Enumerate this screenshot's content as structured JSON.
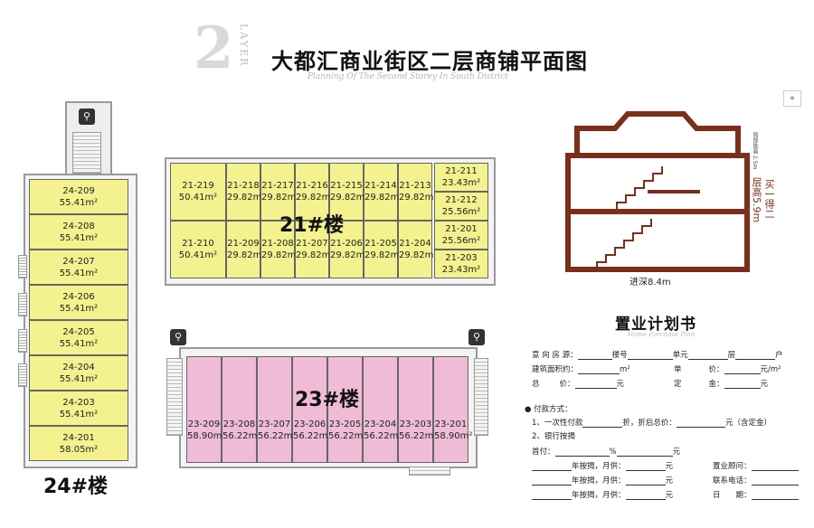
{
  "header": {
    "big_number": "2",
    "layer_word": "LAYER",
    "title": "大都汇商业街区二层商铺平面图",
    "subtitle": "Planning Of The Second Storey In South District"
  },
  "colors": {
    "yellow_unit": "#f3f28f",
    "pink_unit": "#efbbd6",
    "section_wall": "#7a2f1a"
  },
  "building21": {
    "label": "21#楼",
    "top_row": [
      {
        "id": "21-219",
        "area": "50.41m²"
      },
      {
        "id": "21-218",
        "area": "29.82m²"
      },
      {
        "id": "21-217",
        "area": "29.82m²"
      },
      {
        "id": "21-216",
        "area": "29.82m²"
      },
      {
        "id": "21-215",
        "area": "29.82m²"
      },
      {
        "id": "21-214",
        "area": "29.82m²"
      },
      {
        "id": "21-213",
        "area": "29.82m²"
      }
    ],
    "bottom_row": [
      {
        "id": "21-210",
        "area": "50.41m²"
      },
      {
        "id": "21-209",
        "area": "29.82m²"
      },
      {
        "id": "21-208",
        "area": "29.82m²"
      },
      {
        "id": "21-207",
        "area": "29.82m²"
      },
      {
        "id": "21-206",
        "area": "29.82m²"
      },
      {
        "id": "21-205",
        "area": "29.82m²"
      },
      {
        "id": "21-204",
        "area": "29.82m²"
      }
    ],
    "right_col": [
      {
        "id": "21-211",
        "area": "23.43m²"
      },
      {
        "id": "21-212",
        "area": "25.56m²"
      },
      {
        "id": "21-201",
        "area": "25.56m²"
      },
      {
        "id": "21-203",
        "area": "23.43m²"
      }
    ]
  },
  "building23": {
    "label": "23#楼",
    "units": [
      {
        "id": "23-209",
        "area": "58.90m²"
      },
      {
        "id": "23-208",
        "area": "56.22m²"
      },
      {
        "id": "23-207",
        "area": "56.22m²"
      },
      {
        "id": "23-206",
        "area": "56.22m²"
      },
      {
        "id": "23-205",
        "area": "56.22m²"
      },
      {
        "id": "23-204",
        "area": "56.22m²"
      },
      {
        "id": "23-203",
        "area": "56.22m²"
      },
      {
        "id": "23-201",
        "area": "58.90m²"
      }
    ]
  },
  "building24": {
    "label": "24#楼",
    "units": [
      {
        "id": "24-209",
        "area": "55.41m²"
      },
      {
        "id": "24-208",
        "area": "55.41m²"
      },
      {
        "id": "24-207",
        "area": "55.41m²"
      },
      {
        "id": "24-206",
        "area": "55.41m²"
      },
      {
        "id": "24-205",
        "area": "55.41m²"
      },
      {
        "id": "24-204",
        "area": "55.41m²"
      },
      {
        "id": "24-203",
        "area": "55.41m²"
      },
      {
        "id": "24-201",
        "area": "58.05m²"
      }
    ]
  },
  "section": {
    "depth": "进深8.4m",
    "height": "层高5.9m",
    "floors": "买一得二",
    "mezz_label": "局部挑高",
    "mezz_h": "2.5m"
  },
  "form": {
    "title": "置业计划书",
    "subtitle": "Home Purchase Plan",
    "r1": {
      "label": "意 向 房 源：",
      "a": "楼号",
      "b": "单元",
      "c": "层",
      "d": "户"
    },
    "r2": {
      "label": "建筑面积约：",
      "unit": "m²",
      "label2": "单",
      "label3": "价：",
      "unit2": "元/m²"
    },
    "r3": {
      "label": "总",
      "label2": "价：",
      "unit": "元",
      "label3": "定",
      "label4": "金：",
      "unit2": "元"
    },
    "pay_title": "● 付款方式：",
    "opt1": {
      "a": "1、一次性付款",
      "b": "折，折后总价：",
      "c": "元（含定金）"
    },
    "opt2": "2、银行按揭",
    "first": {
      "label": "首付：",
      "pct": "%",
      "unit": "元"
    },
    "loan_a": "年按揭，月供：",
    "loan_unit": "元",
    "consultant": "置业顾问：",
    "phone": "联系电话：",
    "date": "日　　期："
  }
}
